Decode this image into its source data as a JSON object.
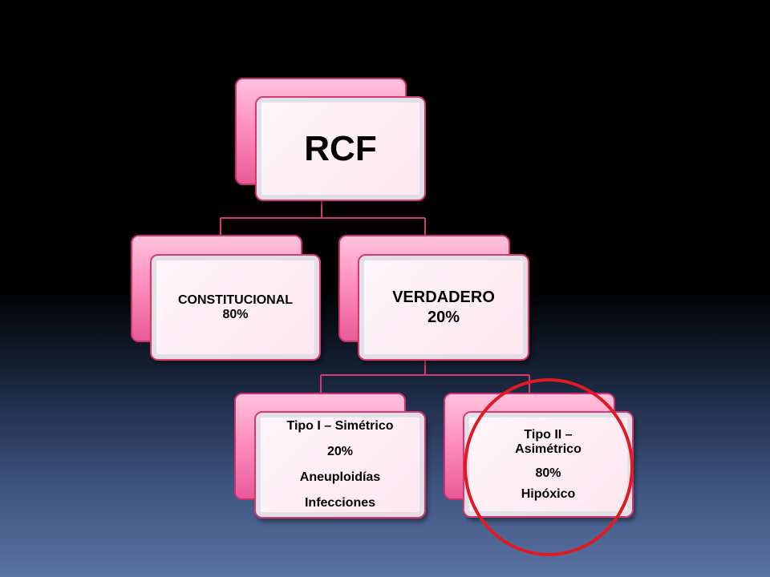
{
  "diagram": {
    "root": {
      "label": "RCF"
    },
    "level1": [
      {
        "label": "CONSTITUCIONAL",
        "percent": "80%"
      },
      {
        "label": "VERDADERO",
        "percent": "20%"
      }
    ],
    "level2": [
      {
        "label": "Tipo I – Simétrico",
        "percent": "20%",
        "notes": [
          "Aneuploidías",
          "Infecciones"
        ]
      },
      {
        "label": "Tipo II – Asimétrico",
        "percent": "80%",
        "notes": [
          "Hipóxico"
        ]
      }
    ],
    "highlight": {
      "target": "Tipo II – Asimétrico",
      "color": "#e01a22"
    },
    "colors": {
      "connector": "#d9386f",
      "back_card": "#ff8fbe",
      "front_card": "#fff6fa"
    }
  }
}
